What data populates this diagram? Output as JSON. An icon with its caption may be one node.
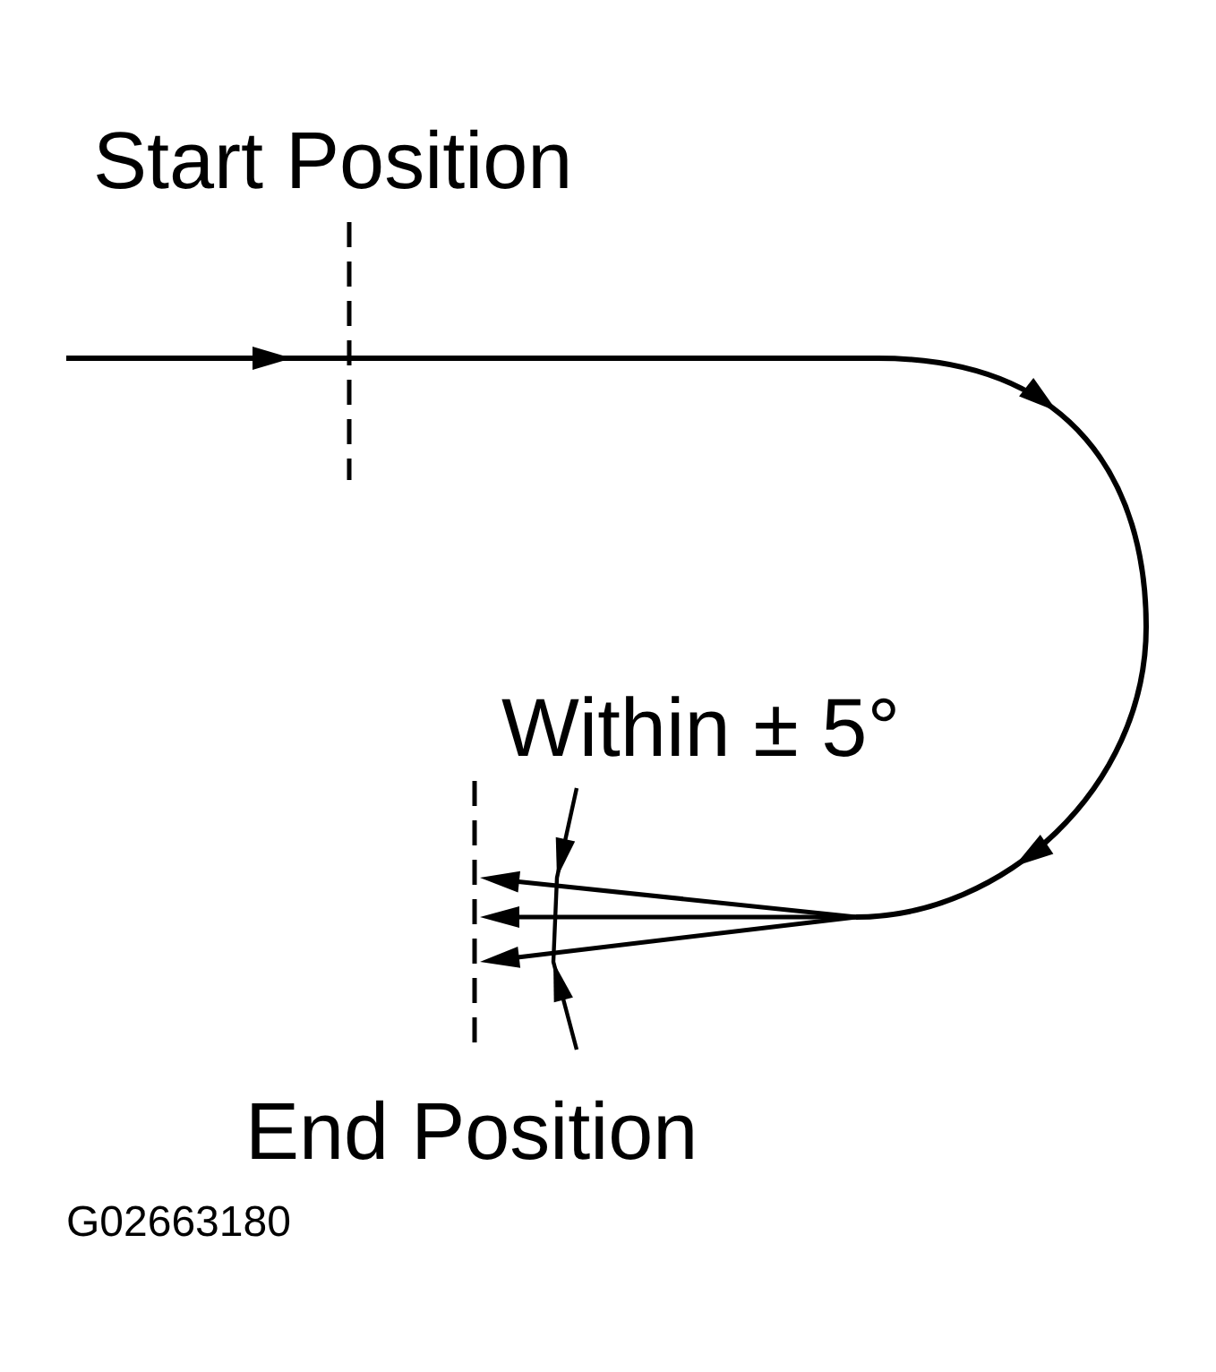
{
  "diagram": {
    "labels": [
      "Start Position",
      "Within ± 5°",
      "End Position",
      "G02663180"
    ]
  }
}
